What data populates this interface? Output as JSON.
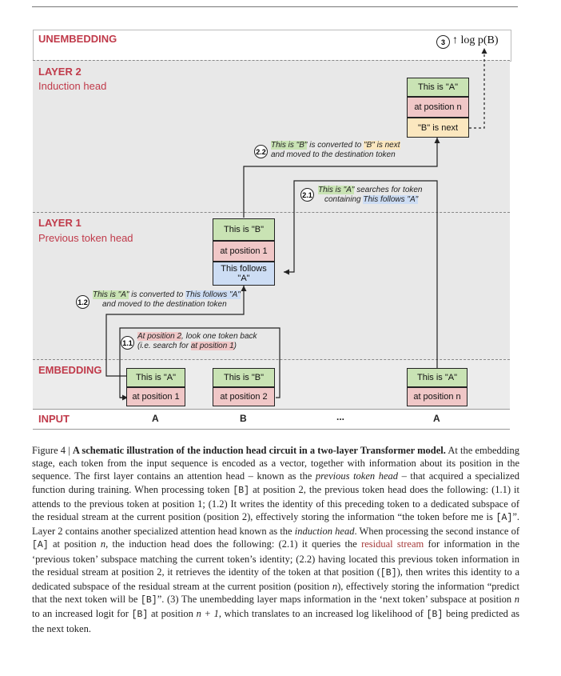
{
  "diagram": {
    "bands": {
      "unembedding": "UNEMBEDDING",
      "layer2": "LAYER 2",
      "layer2_sub": "Induction head",
      "layer1": "LAYER 1",
      "layer1_sub": "Previous token head",
      "embedding": "EMBEDDING",
      "input": "INPUT"
    },
    "unembed_label": "↑ log p(B)",
    "unembed_step": "3",
    "inputs": [
      "A",
      "B",
      "...",
      "A"
    ],
    "embedding_boxes": [
      {
        "top": "This is \"A\"",
        "bottom": "at position 1"
      },
      {
        "top": "This is \"B\"",
        "bottom": "at position 2"
      },
      {
        "top": "This is \"A\"",
        "bottom": "at position n"
      }
    ],
    "layer1_box": {
      "top": "This is \"B\"",
      "mid": "at position 1",
      "bottom": "This follows \"A\""
    },
    "layer2_box": {
      "top": "This is \"A\"",
      "mid": "at position n",
      "bottom": "\"B\" is next"
    },
    "annotations": {
      "a11_num": "1.1",
      "a11_l1a": "At position 2",
      "a11_l1b": ", look one token back",
      "a11_l2a": "(i.e. search for ",
      "a11_l2b": "at position 1",
      "a11_l2c": ")",
      "a12_num": "1.2",
      "a12_l1a": "This is \"A\"",
      "a12_l1b": " is converted to ",
      "a12_l1c": "This follows \"A\"",
      "a12_l2": "and moved to the destination token",
      "a21_num": "2.1",
      "a21_l1a": "This is \"A\"",
      "a21_l1b": " searches for token",
      "a21_l2a": "containing ",
      "a21_l2b": "This follows \"A\"",
      "a22_num": "2.2",
      "a22_l1a": "This is \"B\"",
      "a22_l1b": " is converted to ",
      "a22_l1c": "\"B\" is next",
      "a22_l2": "and moved to the destination token"
    }
  },
  "caption": {
    "fig": "Figure 4 | ",
    "title": "A schematic illustration of the induction head circuit in a two-layer Transformer model.",
    "p1": " At the embedding stage, each token from the input sequence is encoded as a vector, together with information about its position in the sequence. The first layer contains an attention head – known as the ",
    "ptok": "previous token head",
    "p2": " – that acquired a specialized function during training. When processing token ",
    "tB1": "[B]",
    "p3": " at position 2, the previous token head does the following: (1.1) it attends to the previous token at position 1; (1.2) It writes the identity of this preceding token to a dedicated subspace of the residual stream at the current position (position 2), effectively storing the information “the token before me is ",
    "tA1": "[A]",
    "p4": "”. Layer 2 contains another specialized attention head known as the ",
    "ihead": "induction head",
    "p5": ". When processing the second instance of ",
    "tA2": "[A]",
    "p6": " at position ",
    "n1": "n",
    "p7": ", the induction head does the following: (2.1) it queries the ",
    "resid": "residual stream",
    "p8": " for information in the ‘previous token’ subspace matching the current token’s identity; (2.2) having located this previous token information in the residual stream at position 2, it retrieves the identity of the token at that position (",
    "tB2": "[B]",
    "p9": "), then writes this identity to a dedicated subspace of the residual stream at the current position (position ",
    "n2": "n",
    "p10": "), effectively storing the information “predict that the next token will be ",
    "tB3": "[B]",
    "p11": "”. (3) The unembedding layer maps information in the ‘next token’ subspace at position ",
    "n3": "n",
    "p12": " to an increased logit for ",
    "tB4": "[B]",
    "p13": " at position ",
    "n4": "n + 1",
    "p14": ", which translates to an increased log likelihood of ",
    "tB5": "[B]",
    "p15": " being predicted as the next token."
  }
}
